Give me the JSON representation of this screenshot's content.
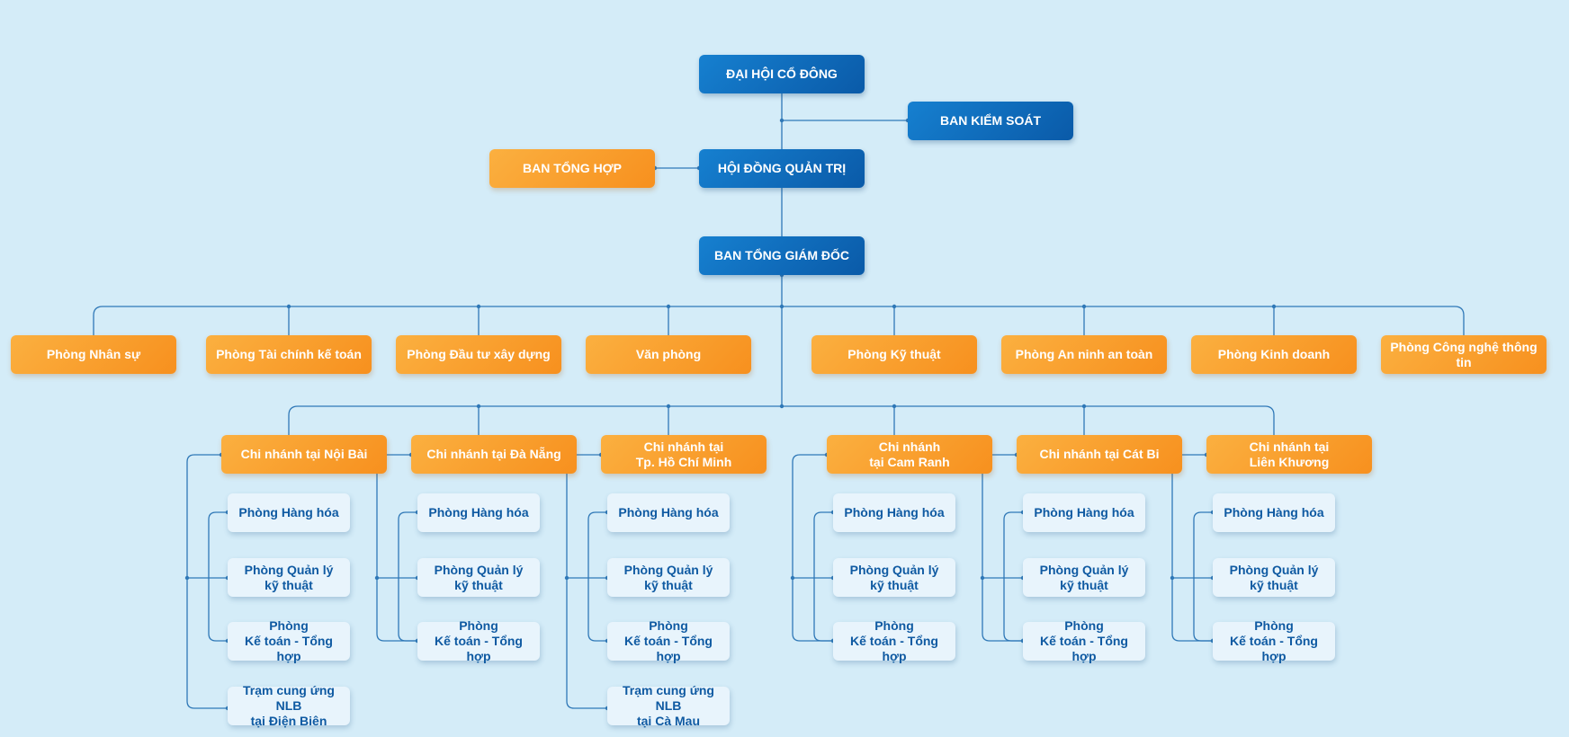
{
  "colors": {
    "background": "#d4ecf8",
    "board": "#0a5aa8",
    "department": "#f7901e",
    "sub_unit_bg": "#e8f4fc",
    "sub_unit_text": "#0f5aa2",
    "connector": "#2f78b7"
  },
  "top": {
    "shareholders": "ĐẠI HỘI CỔ ĐÔNG",
    "supervisory": "BAN KIỂM SOÁT",
    "board": "HỘI ĐỒNG QUẢN TRỊ",
    "general_affairs": "BAN TỔNG HỢP",
    "executive": "BAN TỔNG GIÁM ĐỐC"
  },
  "departments": [
    "Phòng Nhân sự",
    "Phòng Tài chính kế toán",
    "Phòng Đầu tư xây dựng",
    "Văn phòng",
    "Phòng Kỹ thuật",
    "Phòng An ninh an toàn",
    "Phòng Kinh doanh",
    "Phòng Công nghệ thông tin"
  ],
  "branches": [
    {
      "name": "Chi nhánh tại Nội Bài",
      "units": [
        "Phòng Hàng hóa",
        "Phòng Quản lý\nkỹ thuật",
        "Phòng\nKế toán - Tổng hợp",
        "Trạm cung ứng NLB\ntại Điện Biên"
      ]
    },
    {
      "name": "Chi nhánh tại Đà Nẵng",
      "units": [
        "Phòng Hàng hóa",
        "Phòng Quản lý\nkỹ thuật",
        "Phòng\nKế toán - Tổng hợp"
      ]
    },
    {
      "name": "Chi nhánh tại\nTp. Hồ Chí Minh",
      "units": [
        "Phòng Hàng hóa",
        "Phòng Quản lý\nkỹ thuật",
        "Phòng\nKế toán - Tổng hợp",
        "Trạm cung ứng NLB\ntại Cà Mau"
      ]
    },
    {
      "name": "Chi nhánh\ntại Cam Ranh",
      "units": [
        "Phòng Hàng hóa",
        "Phòng Quản lý\nkỹ thuật",
        "Phòng\nKế toán - Tổng hợp"
      ]
    },
    {
      "name": "Chi nhánh tại Cát Bi",
      "units": [
        "Phòng Hàng hóa",
        "Phòng Quản lý\nkỹ thuật",
        "Phòng\nKế toán - Tổng hợp"
      ]
    },
    {
      "name": "Chi nhánh tại\nLiên Khương",
      "units": [
        "Phòng Hàng hóa",
        "Phòng Quản lý\nkỹ thuật",
        "Phòng\nKế toán - Tổng hợp"
      ]
    }
  ]
}
